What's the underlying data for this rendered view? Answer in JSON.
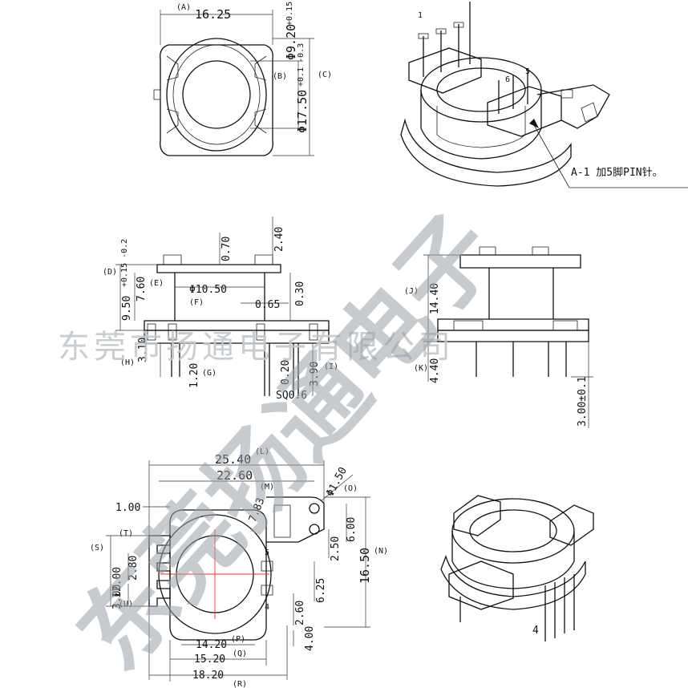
{
  "top_view": {
    "dim_a": "(A)",
    "dim_a_value": "16.25",
    "dim_b": "(B)",
    "dim_b_value": "Φ9.20",
    "dim_b_tol": "+0.15 0",
    "dim_c": "(C)",
    "dim_c_value": "Φ17.50",
    "dim_c_tol": "+0.1 -0.3"
  },
  "iso_view": {
    "pin_1": "1",
    "pin_6": "6",
    "pin_5": "5",
    "pin_4": "4",
    "note": "A-1 加5脚PIN针。"
  },
  "side_view": {
    "dim_d": "(D)",
    "dim_d_value": "9.50",
    "dim_d_tol": "+0.15 -0.2",
    "dim_e": "(E)",
    "dim_e_value": "7.60",
    "dim_f": "(F)",
    "dim_f_value": "Φ10.50",
    "dim_g": "(G)",
    "dim_g_value": "1.20",
    "dim_h": "(H)",
    "dim_h_value": "3.10",
    "dim_i": "(I)",
    "dim_i_value": "3.90",
    "dim_070": "0.70",
    "dim_240": "2.40",
    "dim_030": "0.30",
    "dim_065": "0.65",
    "dim_020": "0.20",
    "pin_sq": "SQ0.6"
  },
  "front_view": {
    "dim_j": "(J)",
    "dim_j_value": "14.40",
    "dim_k": "(K)",
    "dim_k_value": "4.40",
    "dim_300": "3.00±0.1"
  },
  "bottom_view": {
    "dim_l": "(L)",
    "dim_l_value": "25.40",
    "dim_m": "(M)",
    "dim_m_value": "22.60",
    "dim_o": "(O)",
    "dim_o_value": "Φ1.50",
    "dim_n": "(N)",
    "dim_n_value": "16.50",
    "dim_100": "1.00",
    "dim_783": "7.83",
    "dim_600": "6.00",
    "dim_250": "2.50",
    "dim_625": "6.25",
    "dim_260": "2.60",
    "dim_400": "4.00",
    "dim_s": "(S)",
    "dim_s_value": "12.00",
    "dim_t": "(T)",
    "dim_t_value": "2.80",
    "dim_u": "(U)",
    "dim_u_value": "3.00",
    "dim_p": "(P)",
    "dim_p_value": "14.20",
    "dim_q": "(Q)",
    "dim_q_value": "15.20",
    "dim_r": "(R)",
    "dim_r_value": "18.20",
    "pin_4": "4",
    "pin_5": "5"
  },
  "watermark": {
    "company_line": "东莞市扬通电子有限公司",
    "diagonal_text": "东莞扬通电子"
  }
}
